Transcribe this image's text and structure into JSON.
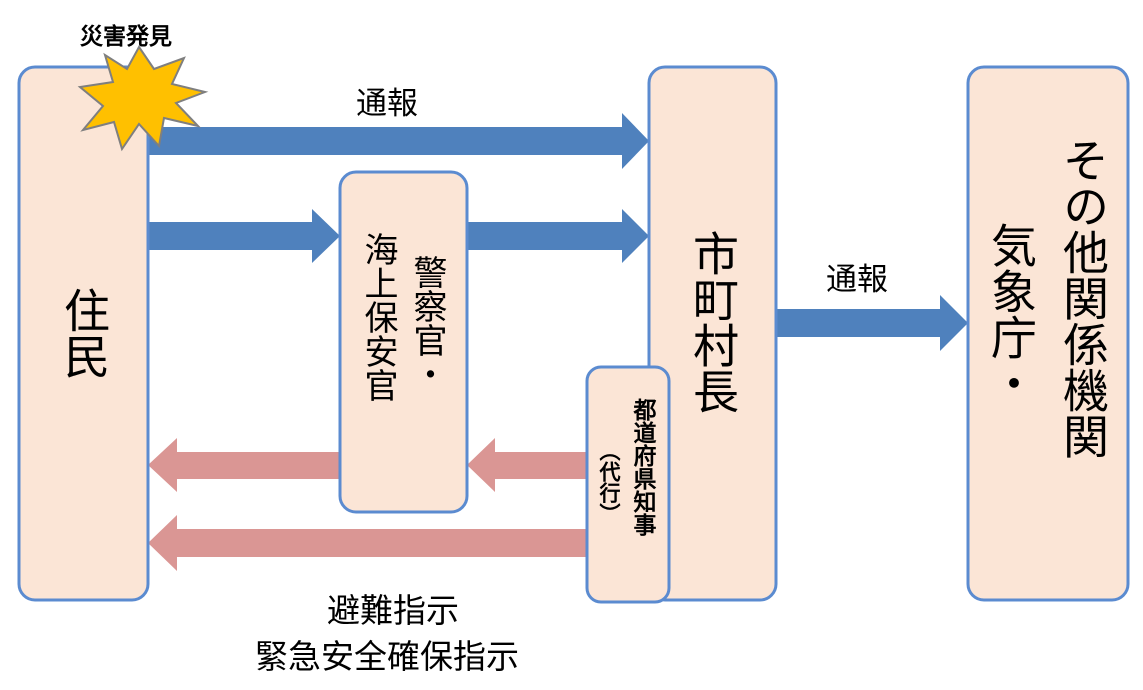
{
  "burst_label": "災害発見",
  "nodes": {
    "residents": "住民",
    "police_col1": "警察官・",
    "police_col2": "海上保安官",
    "mayor": "市町村長",
    "governor_col1": "都道府県知事",
    "governor_col2": "（代行）",
    "agency_col1": "その他関係機関",
    "agency_col2": "気象庁・"
  },
  "arrows": {
    "report_top": "通報",
    "report_right": "通報",
    "evacuation_line1": "避難指示",
    "evacuation_line2": "緊急安全確保指示"
  },
  "colors": {
    "box_fill": "#FBE5D6",
    "box_stroke": "#5B8BD0",
    "report_arrow": "#4F81BD",
    "evacuation_arrow": "#DA9694",
    "burst_fill": "#FFC000"
  }
}
